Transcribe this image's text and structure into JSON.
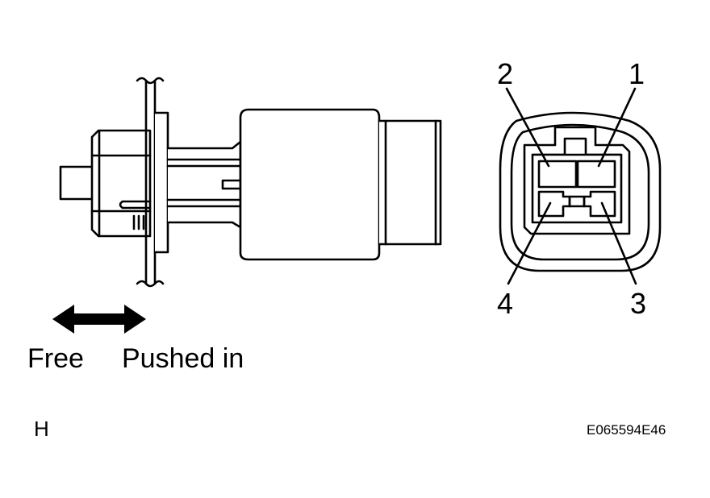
{
  "labels": {
    "free": "Free",
    "pushed_in": "Pushed in",
    "section_letter": "H",
    "figure_code": "E065594E46"
  },
  "connector": {
    "pins": [
      {
        "number": "1"
      },
      {
        "number": "2"
      },
      {
        "number": "3"
      },
      {
        "number": "4"
      }
    ]
  },
  "colors": {
    "line": "#000000",
    "background": "#ffffff"
  }
}
